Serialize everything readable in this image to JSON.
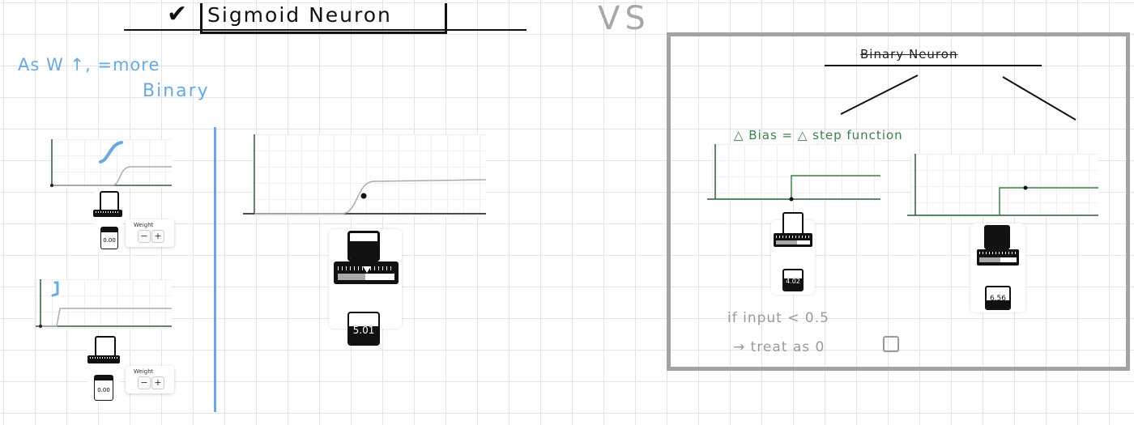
{
  "left_section": {
    "title": "Sigmoid Neuron",
    "note_line1": "As W ↑, =more",
    "note_line2": "Binary"
  },
  "vs_label": "VS",
  "small_widget_top": {
    "weight_label": "Weight",
    "value": "0.00",
    "minus": "−",
    "plus": "+"
  },
  "small_widget_bottom": {
    "weight_label": "Weight",
    "value": "0.00",
    "minus": "−",
    "plus": "+"
  },
  "large_widget": {
    "value": "5.01"
  },
  "right_section": {
    "title": "Binary Neuron",
    "annotation": "△ Bias = △ step function",
    "left_widget_value": "4.02",
    "right_widget_value": "6.56",
    "note_line1": "if input < 0.5",
    "note_line2": "→ treat as 0"
  },
  "colors": {
    "blue_ink": "#6aa8e0",
    "green_ink": "#3f7f4c",
    "box_gray": "#a3a3a3",
    "curve_gray": "#a6b0a6",
    "axis_green": "#2f5f3a"
  }
}
